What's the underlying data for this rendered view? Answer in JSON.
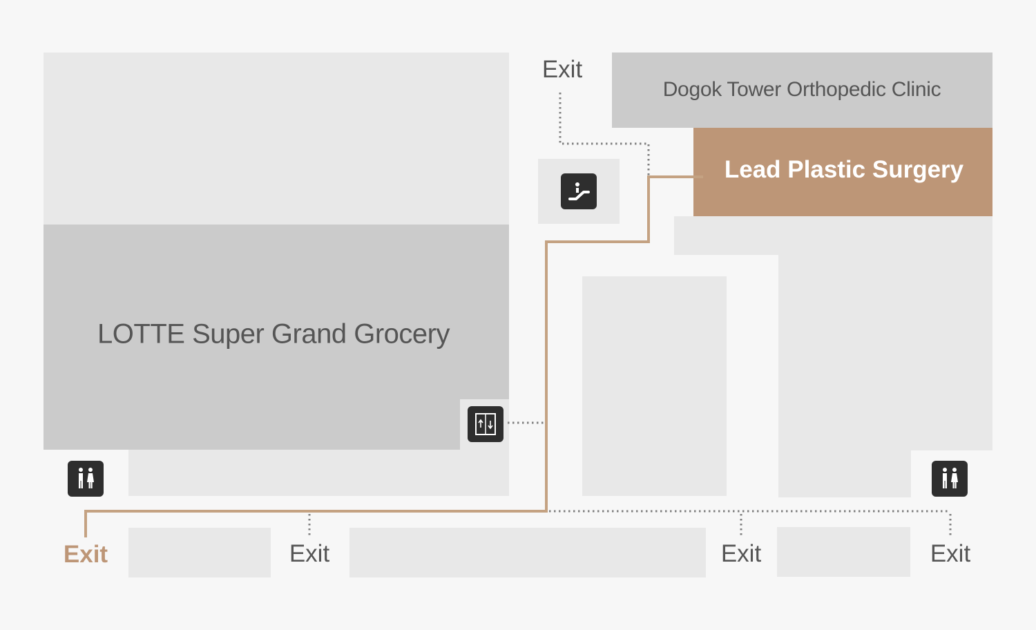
{
  "stores": {
    "grocery": "LOTTE Super Grand Grocery",
    "clinic": "Dogok Tower Orthopedic Clinic",
    "destination": "Lead Plastic Surgery"
  },
  "exits": {
    "top": "Exit",
    "bottom_left_highlight": "Exit",
    "bottom_2": "Exit",
    "bottom_3": "Exit",
    "bottom_4": "Exit"
  },
  "icons": [
    "escalator-icon",
    "elevator-icon",
    "restroom-icon",
    "restroom-icon"
  ],
  "colors": {
    "route": "#c4a282",
    "highlight": "#bd9677",
    "block_light": "#e8e8e8",
    "block_mid": "#cbcbcb",
    "icon_bg": "#2e2e2e"
  }
}
